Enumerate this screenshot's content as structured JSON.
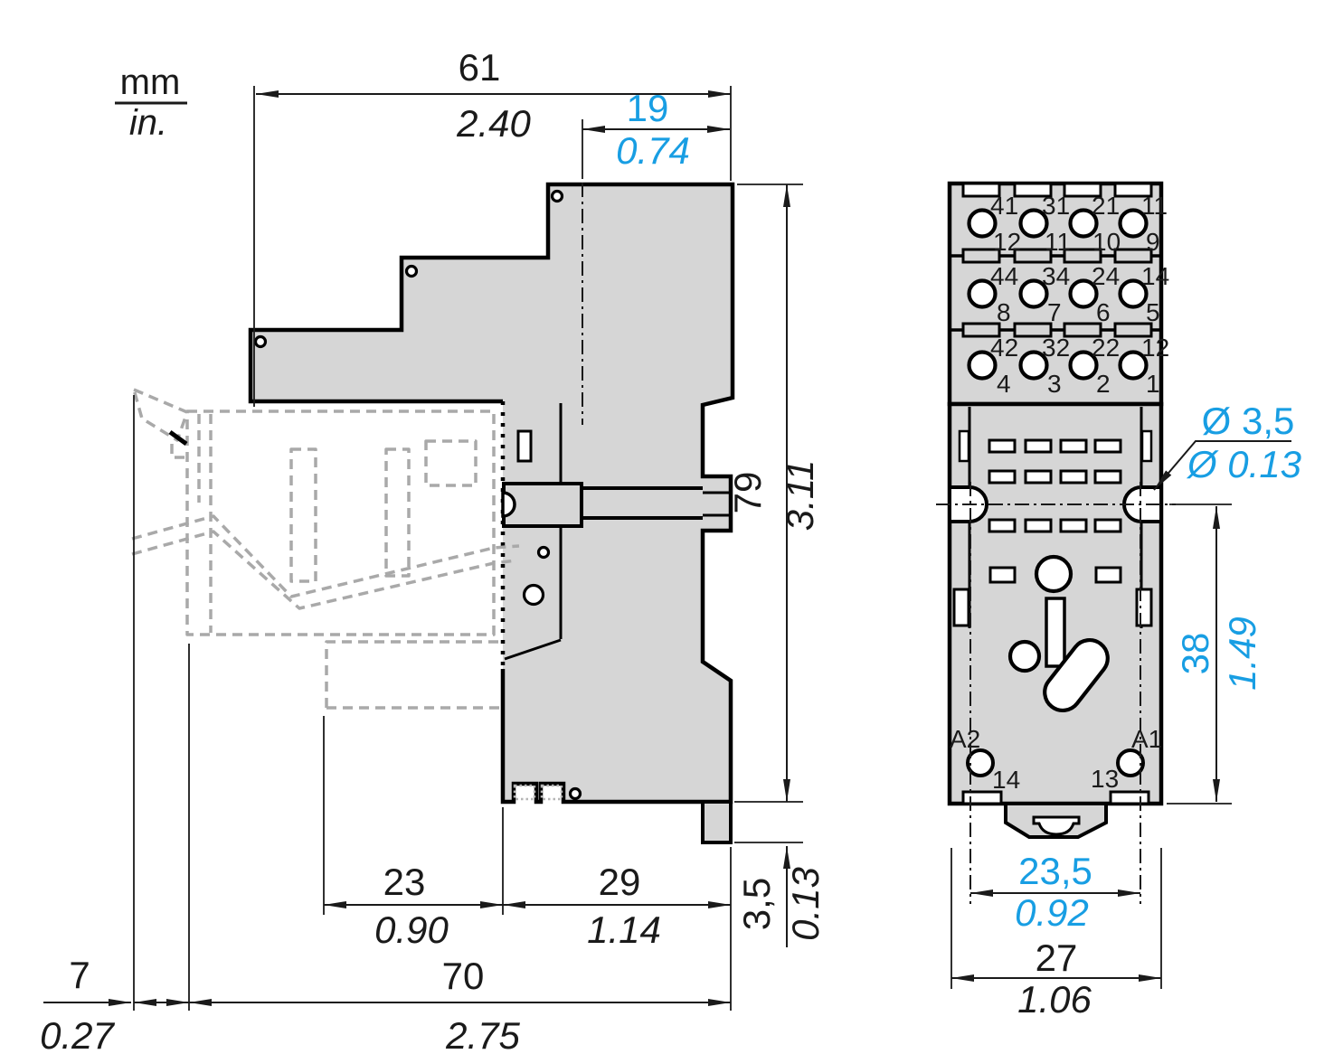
{
  "units_label": {
    "mm": "mm",
    "in": "in."
  },
  "colors": {
    "accent_cyan": "#189EE3",
    "body_gray": "#D6D6D6",
    "outline_black": "#000000",
    "phantom_gray": "#A9A9A9"
  },
  "side_view": {
    "dims": {
      "width_top": {
        "mm": "61",
        "in": "2.40"
      },
      "width_upper": {
        "mm": "19",
        "in": "0.74"
      },
      "height": {
        "mm": "79",
        "in": "3.11"
      },
      "foot_depth": {
        "mm": "3,5",
        "in": "0.13"
      },
      "relay_depth": {
        "mm": "23",
        "in": "0.90"
      },
      "socket_depth": {
        "mm": "29",
        "in": "1.14"
      },
      "clip_clearance": {
        "mm": "7",
        "in": "0.27"
      },
      "total_depth": {
        "mm": "70",
        "in": "2.75"
      }
    }
  },
  "front_view": {
    "terminal_rows": [
      {
        "top_labels": [
          "41",
          "31",
          "21",
          "11"
        ],
        "bottom_labels": [
          "12",
          "11",
          "10",
          "9"
        ]
      },
      {
        "top_labels": [
          "44",
          "34",
          "24",
          "14"
        ],
        "bottom_labels": [
          "8",
          "7",
          "6",
          "5"
        ]
      },
      {
        "top_labels": [
          "42",
          "32",
          "22",
          "12"
        ],
        "bottom_labels": [
          "4",
          "3",
          "2",
          "1"
        ]
      }
    ],
    "coil_labels": {
      "left": "A2",
      "right": "A1",
      "left_num": "14",
      "right_num": "13"
    },
    "dims": {
      "hole_dia": {
        "mm": "Ø 3,5",
        "in": "Ø 0.13"
      },
      "hole_spacing_v": {
        "mm": "38",
        "in": "1.49"
      },
      "hole_spacing_h": {
        "mm": "23,5",
        "in": "0.92"
      },
      "width": {
        "mm": "27",
        "in": "1.06"
      }
    }
  }
}
